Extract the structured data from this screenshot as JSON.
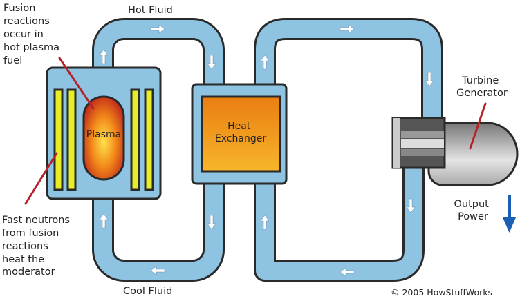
{
  "title": "Fusion power plant diagram",
  "labels": {
    "hot_fluid": "Hot Fluid",
    "cool_fluid": "Cool Fluid",
    "plasma": "Plasma",
    "heat_exchanger": [
      "Heat",
      "Exchanger"
    ],
    "turbine_generator": [
      "Turbine",
      "Generator"
    ],
    "output_power": [
      "Output",
      "Power"
    ],
    "fusion_reactions": [
      "Fusion",
      "reactions",
      "occur in",
      "hot plasma",
      "fuel"
    ],
    "fast_neutrons": [
      "Fast neutrons",
      "from fusion",
      "reactions",
      "heat the",
      "moderator"
    ],
    "copyright": "© 2005 HowStuffWorks"
  },
  "colors": {
    "pipe": "#8ec3e2",
    "outline": "#2a2a2a",
    "rods": "#e6ee2a",
    "heat_exchanger": "#f29a1a",
    "pointer": "#b4232a",
    "output_arrow": "#1a5fb4"
  }
}
